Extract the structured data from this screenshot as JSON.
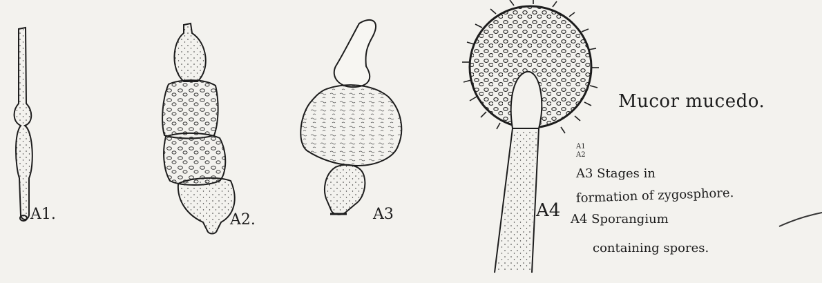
{
  "figure": {
    "title": "Mucor mucedo.",
    "stage_labels": {
      "a1": "A1.",
      "a2": "A2.",
      "a3": "A3",
      "a4": "A4"
    },
    "legend": {
      "a1": "A1",
      "a2": "A2",
      "a3_line": "A3  Stages in",
      "line2": "formation of zygosphore.",
      "a4_line": "A4  Sporangium",
      "line4": "containing spores."
    }
  },
  "colors": {
    "paper": "#f3f2ee",
    "ink": "#1d1d1d"
  }
}
